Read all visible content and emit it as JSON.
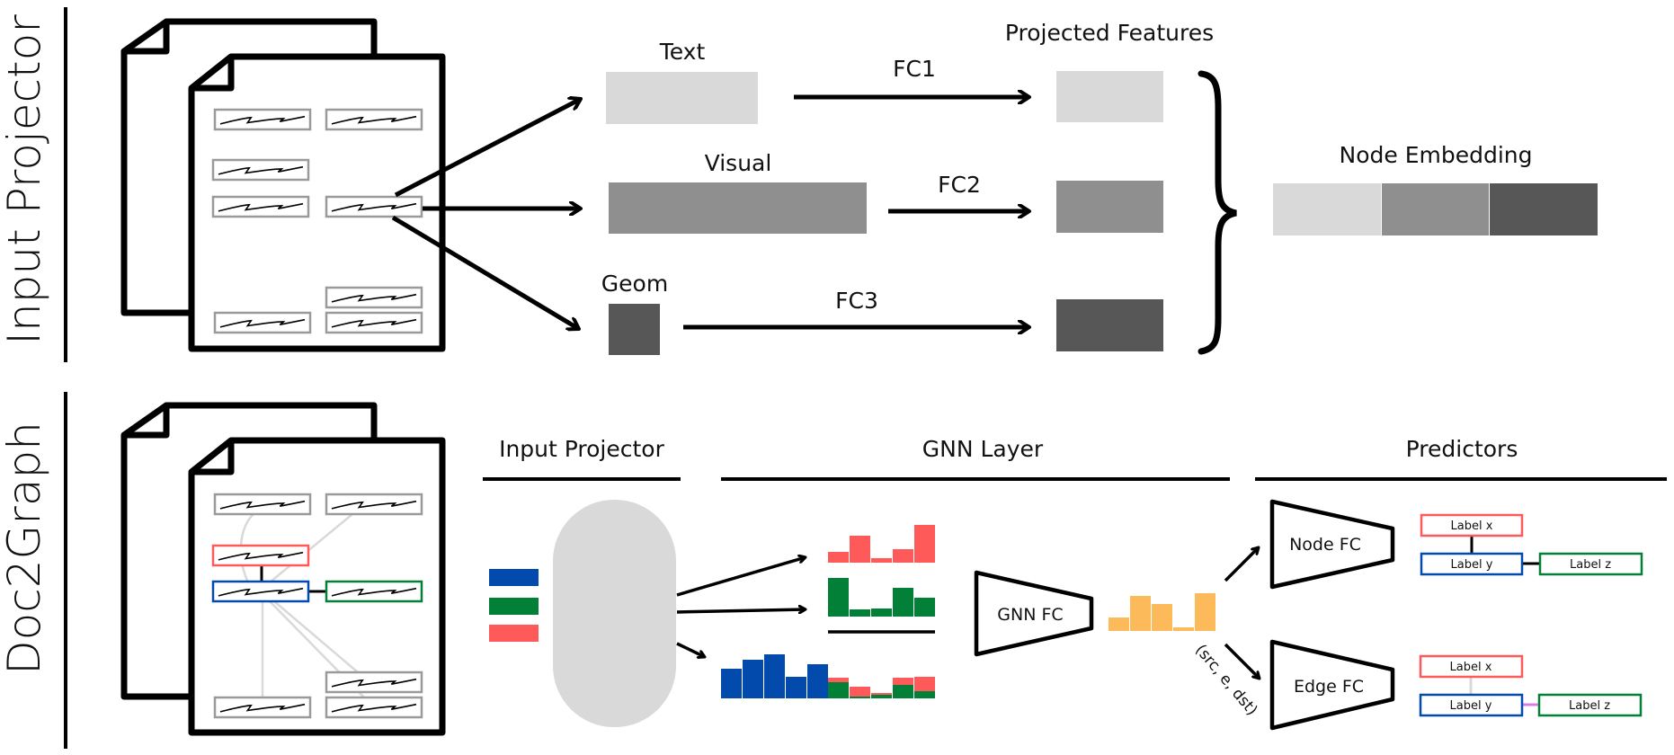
{
  "figure": {
    "sections": {
      "top": {
        "side_label": "Input Projector"
      },
      "bottom": {
        "side_label": "Doc2Graph"
      }
    },
    "colors": {
      "light_gray": "#d9d9d9",
      "mid_gray": "#8f8f8f",
      "dark_gray": "#575757",
      "blue": "#024aab",
      "green": "#028038",
      "red": "#ff5a5a",
      "orange": "#fdba5a",
      "purple": "#d97de6",
      "box_gray": "#9a9a9a"
    },
    "input_projector": {
      "features": [
        {
          "label": "Text",
          "fc": "FC1",
          "shade": "light_gray"
        },
        {
          "label": "Visual",
          "fc": "FC2",
          "shade": "mid_gray"
        },
        {
          "label": "Geom",
          "fc": "FC3",
          "shade": "dark_gray"
        }
      ],
      "projected_label": "Projected Features",
      "embedding_label": "Node Embedding"
    },
    "doc2graph": {
      "stages": {
        "input_projector": "Input Projector",
        "gnn_layer": "GNN Layer",
        "predictors": "Predictors"
      },
      "gnn_fc_label": "GNN FC",
      "edge_tuple_label": "(src, e, dst)",
      "node_fc_label": "Node FC",
      "edge_fc_label": "Edge FC",
      "node_labels": [
        "Label x",
        "Label y",
        "Label z"
      ],
      "edge_labels": [
        "Label x",
        "Label y",
        "Label z"
      ]
    },
    "chart_data": [
      {
        "type": "bar",
        "title": "red neighbor feature",
        "color": "red",
        "values": [
          12,
          30,
          5,
          15,
          42
        ]
      },
      {
        "type": "bar",
        "title": "green neighbor feature",
        "color": "green",
        "values": [
          43,
          8,
          9,
          32,
          21
        ]
      },
      {
        "type": "bar",
        "title": "concatenated self + aggregated",
        "blue": [
          33,
          43,
          49,
          24,
          38
        ],
        "red_on_green": [
          [
            5,
            18
          ],
          [
            11,
            2
          ],
          [
            2,
            4
          ],
          [
            8,
            15
          ],
          [
            16,
            8
          ]
        ]
      },
      {
        "type": "bar",
        "title": "GNN output",
        "color": "orange",
        "values": [
          15,
          39,
          30,
          4,
          42
        ]
      }
    ]
  }
}
